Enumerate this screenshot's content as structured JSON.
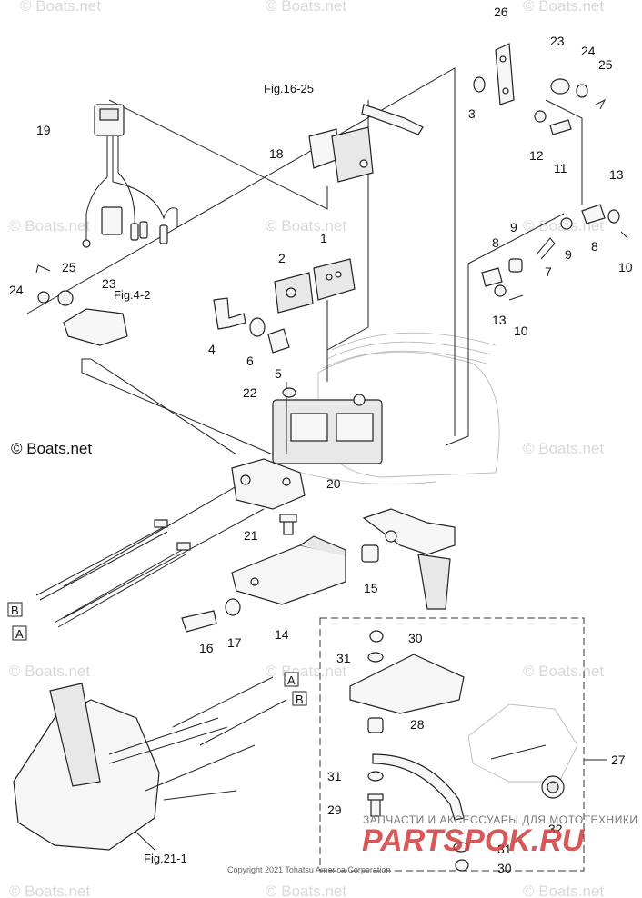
{
  "watermark": "© Boats.net",
  "copyright_mark": "© Boats.net",
  "copyright_footer": "Copyright 2021 Tohatsu America Corporation",
  "ru_banner": "ЗАПЧАСТИ И АКСЕССУАРЫ ДЛЯ МОТОТЕХНИКИ",
  "ru_logo": "PARTSPOK.RU",
  "figure_refs": {
    "fig16": "Fig.16-25",
    "fig4": "Fig.4-2",
    "fig21": "Fig.21-1"
  },
  "cable_markers": {
    "a": "A",
    "b": "B"
  },
  "callouts": {
    "n1": "1",
    "n2": "2",
    "n3": "3",
    "n4": "4",
    "n5": "5",
    "n6": "6",
    "n7": "7",
    "n8a": "8",
    "n8b": "8",
    "n9a": "9",
    "n9b": "9",
    "n10a": "10",
    "n10b": "10",
    "n11": "11",
    "n12": "12",
    "n13a": "13",
    "n13b": "13",
    "n14": "14",
    "n15": "15",
    "n16": "16",
    "n17": "17",
    "n18": "18",
    "n19": "19",
    "n20": "20",
    "n21": "21",
    "n22": "22",
    "n23a": "23",
    "n23b": "23",
    "n24a": "24",
    "n24b": "24",
    "n25a": "25",
    "n25b": "25",
    "n26": "26",
    "n27": "27",
    "n28": "28",
    "n29": "29",
    "n30a": "30",
    "n30b": "30",
    "n31a": "31",
    "n31b": "31",
    "n31c": "31",
    "n32": "32"
  }
}
